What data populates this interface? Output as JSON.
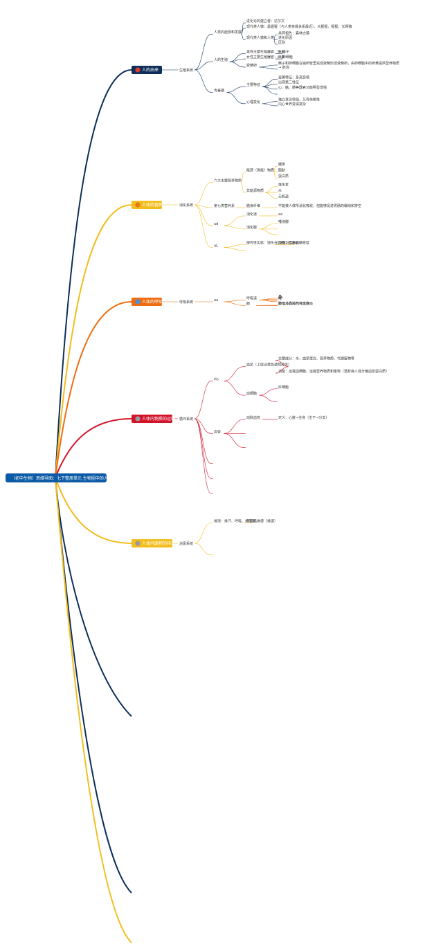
{
  "root": {
    "label": "〔初中生物〕思维导图：七下整册单元 生物圈中的人",
    "color": "#0b5aa6"
  },
  "branches": [
    {
      "id": "b1",
      "label": "人的由来",
      "color": "#0e2f5a",
      "icon_color": "#e03a2a",
      "sub_label": "生殖系统",
      "children": [
        {
          "label": "人类的起源和发展",
          "children": [
            {
              "label": "进化论的建立者：达尔文"
            },
            {
              "label": "现代类人猿：黑猩猩（与人类亲缘关系最近）、大猩猩、猩猩、长臂猿"
            },
            {
              "label": "现代类人猿和人类",
              "children": [
                {
                  "label": "共同祖先：森林古猿"
                },
                {
                  "label": "进化原因"
                },
                {
                  "label": "区别"
                }
              ]
            }
          ]
        },
        {
          "label": "人的生殖",
          "children": [
            {
              "label": "男性主要生殖器官：睾丸",
              "children": [
                {
                  "label": "→ 精子"
                }
              ]
            },
            {
              "label": "女性主要生殖器官：卵巢",
              "children": [
                {
                  "label": "→ 卵细胞"
                }
              ]
            },
            {
              "label": "受精卵",
              "children": [
                {
                  "label": "精子和卵细胞在输卵管里完成受精形成受精卵，由卵细胞中的卵黄提供营养物质"
                },
                {
                  "label": "→ 胚泡"
                }
              ]
            }
          ]
        },
        {
          "label": "青春期",
          "children": [
            {
              "label": "主要特征",
              "children": [
                {
                  "label": "显著特征：身高突增"
                },
                {
                  "label": "出现第二性征"
                },
                {
                  "label": "心、脑、肺等器官功能明显增强"
                },
                {
                  "label": ""
                }
              ]
            },
            {
              "label": "心理变化",
              "children": [
                {
                  "label": "独立意识增强，又有依赖性"
                },
                {
                  "label": "内心世界变得复杂"
                }
              ]
            }
          ]
        }
      ]
    },
    {
      "id": "b2",
      "label": "人体的营养",
      "color": "#f2bd1d",
      "icon_color": "#e8791a",
      "sub_label": "消化系统",
      "children": [
        {
          "label": "六大主要营养物质",
          "children": [
            {
              "label": "能源（供能）物质",
              "children": [
                {
                  "label": "糖类"
                },
                {
                  "label": "脂肪"
                },
                {
                  "label": "蛋白质"
                }
              ]
            },
            {
              "label": "非能源物质",
              "children": [
                {
                  "label": "维生素"
                },
                {
                  "label": "水"
                },
                {
                  "label": "无机盐"
                }
              ]
            }
          ]
        },
        {
          "label": "第七类营养素",
          "children": [
            {
              "label": "膳食纤维",
              "children": [
                {
                  "label": "不能被人体所消化吸收，但能够促进胃肠的蠕动和排空"
                }
              ]
            }
          ]
        },
        {
          "label": "ad",
          "children": [
            {
              "label": "消化道",
              "children": [
                {
                  "label": "aa"
                }
              ]
            },
            {
              "label": "消化腺",
              "children": [
                {
                  "label": "唾液腺"
                },
                {
                  "label": ""
                },
                {
                  "label": ""
                }
              ]
            }
          ]
        },
        {
          "label": "aL",
          "children": [
            {
              "label": "探究性实验：馒头在口腔中的消化",
              "children": [
                {
                  "label": "原理：淀粉遇碘变蓝"
                }
              ]
            },
            {
              "label": ""
            }
          ]
        }
      ]
    },
    {
      "id": "b3",
      "label": "人体的呼吸",
      "color": "#ef6c10",
      "icon_color": "#4a90d9",
      "sub_label": "呼吸系统",
      "children": [
        {
          "label": "aa",
          "children": [
            {
              "label": "呼吸道",
              "children": [
                {
                  "label": "鼻"
                },
                {
                  "label": "aA"
                },
                {
                  "label": "喉"
                },
                {
                  "label": ""
                }
              ]
            },
            {
              "label": "肺",
              "children": [
                {
                  "label": "肺与外界的气体交换"
                },
                {
                  "label": "肺泡与血液的气体交换"
                }
              ]
            }
          ]
        }
      ]
    },
    {
      "id": "b4",
      "label": "人体内物质的运输",
      "color": "#d2142b",
      "icon_color": "#9a9a9a",
      "sub_label": "循环系统",
      "children": [
        {
          "label": "Ho",
          "children": [
            {
              "label": "血浆（上层淡黄色透明液体）",
              "children": [
                {
                  "label": "主要成分：水、血浆蛋白、营养物质、代谢废物等"
                },
                {
                  "label": "功能：运载血细胞，运输营养物质和废物（透析病人成分偏血浆蛋白质）"
                }
              ]
            },
            {
              "label": "血细胞",
              "children": [
                {
                  "label": "红细胞"
                },
                {
                  "label": ""
                }
              ]
            }
          ]
        },
        {
          "label": "血管",
          "children": [
            {
              "label": "动脉血管",
              "children": [
                {
                  "label": "定义：心脏→全身（主干→分支）"
                }
              ]
            },
            {
              "label": ""
            },
            {
              "label": ""
            }
          ]
        },
        {
          "label": ""
        },
        {
          "label": ""
        },
        {
          "label": ""
        }
      ]
    },
    {
      "id": "b5",
      "label": "人体内废物的排出",
      "color": "#f2bd1d",
      "icon_color": "#9a9a9a",
      "sub_label": "泌尿系统",
      "children": [
        {
          "label": "排泄：排汗、呼吸、排尿等",
          "children": [
            {
              "label": "不包括排便（排遗）"
            }
          ]
        },
        {
          "label": ""
        }
      ]
    }
  ],
  "trailing_branches": [
    {
      "id": "t1",
      "color": "#0e2f5a"
    },
    {
      "id": "t2",
      "color": "#0e2f5a"
    },
    {
      "id": "t3",
      "color": "#f2bd1d"
    }
  ]
}
